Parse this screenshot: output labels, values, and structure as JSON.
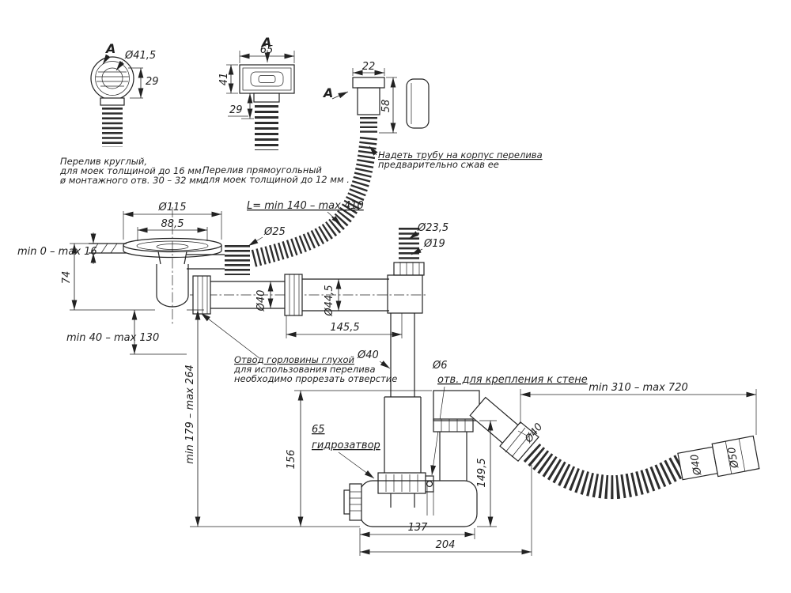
{
  "drawing": {
    "section_labels": {
      "a1": "A",
      "a2": "A",
      "a3": "A"
    },
    "top_left": {
      "diameter": "Ø41,5",
      "height": "29",
      "note1": "Перелив круглый,",
      "note2": "для моек толщиной до 16 мм.",
      "note3": "ø монтажного отв. 30 – 32 мм."
    },
    "top_mid": {
      "width": "65",
      "height": "41",
      "stem": "29",
      "note1": "Перелив прямоугольный",
      "note2": "для моек толщиной до 12 мм ."
    },
    "top_right": {
      "width": "22",
      "height": "58",
      "note1": "Надеть трубу на корпус перелива",
      "note2": "предварительно сжав ее"
    },
    "hose": {
      "length": "L= min 140 – max 410"
    },
    "drain": {
      "flange_d": "Ø115",
      "inner_d": "88,5",
      "elbow_d": "Ø25",
      "sink_thickness": "min 0 – max 16",
      "height": "74",
      "blind1": "Отвод горловины глухой",
      "blind2": "для использования перелива",
      "blind3": "необходимо прорезать отверстие"
    },
    "pipe": {
      "d40": "Ø40",
      "d44_5": "Ø44,5",
      "length": "145,5",
      "adjust": "min 40 – max 130"
    },
    "standpipe": {
      "d23_5": "Ø23,5",
      "d19": "Ø19",
      "d40": "Ø40",
      "screw_d": "Ø6",
      "wall_note": "отв. для крепления к стене",
      "height_range": "min 179 – max 264"
    },
    "trap": {
      "seal": "65",
      "name": "гидрозатвор",
      "height": "156",
      "out_d": "Ø40",
      "riser_h": "149,5",
      "w1": "137",
      "w2": "204"
    },
    "outlet": {
      "range": "min 310 – max 720",
      "d40": "Ø40",
      "d50": "Ø50"
    }
  }
}
